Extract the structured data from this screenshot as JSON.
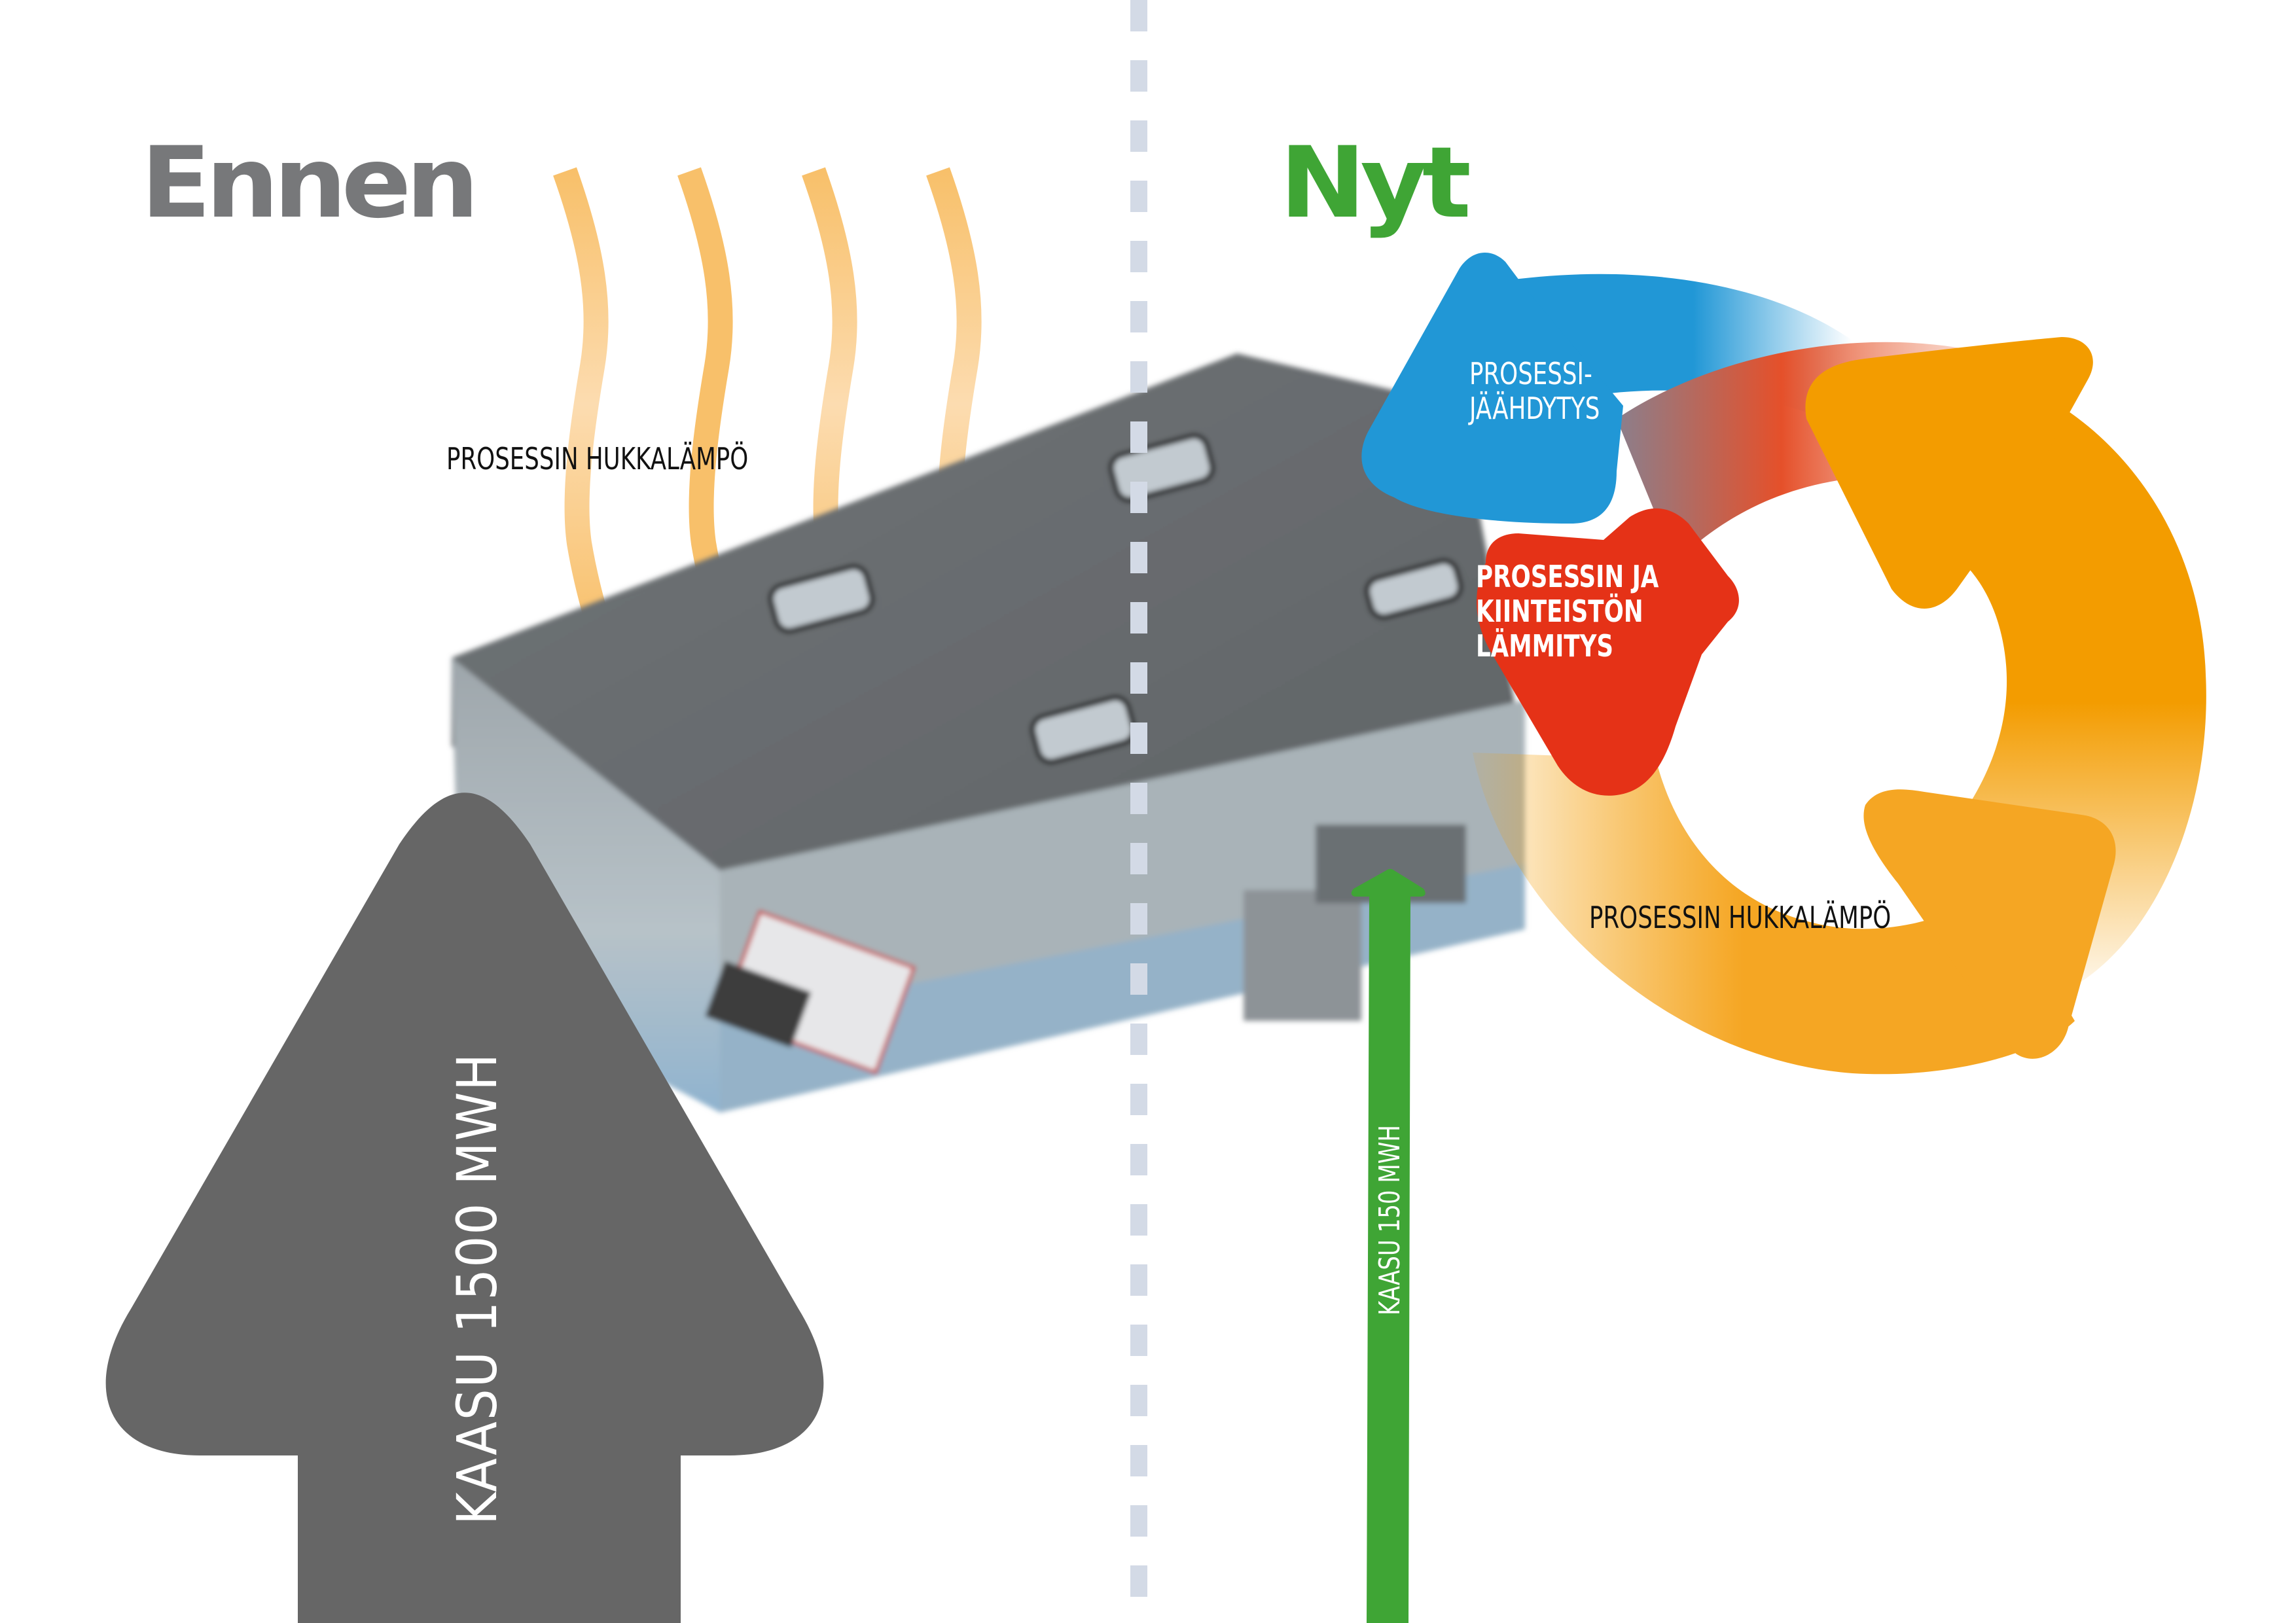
{
  "before": {
    "title": "Ennen",
    "waste_heat_label": "PROSESSIN HUKKALÄMPÖ",
    "gas_arrow_label": "KAASU 1500 MWH",
    "gas_mwh": 1500,
    "heat_wave_count": 4
  },
  "now": {
    "title": "Nyt",
    "gas_arrow_label": "KAASU 150 MWH",
    "gas_mwh": 150,
    "cycle": {
      "cooling_label_line1": "PROSESSI-",
      "cooling_label_line2": "JÄÄHDYTYS",
      "heating_label_line1": "PROSESSIN JA",
      "heating_label_line2": "KIINTEISTÖN",
      "heating_label_line3": "LÄMMITYS",
      "waste_heat_label": "PROSESSIN HUKKALÄMPÖ"
    }
  },
  "colors": {
    "before_title": "#77787a",
    "now_title": "#3fa535",
    "gray_arrow": "#666666",
    "green_arrow": "#3fa535",
    "cooling_blue": "#2197d6",
    "heating_red": "#e53217",
    "waste_orange": "#f39c00",
    "heat_wave": "#f8c06a",
    "divider": "#d3dae6"
  }
}
